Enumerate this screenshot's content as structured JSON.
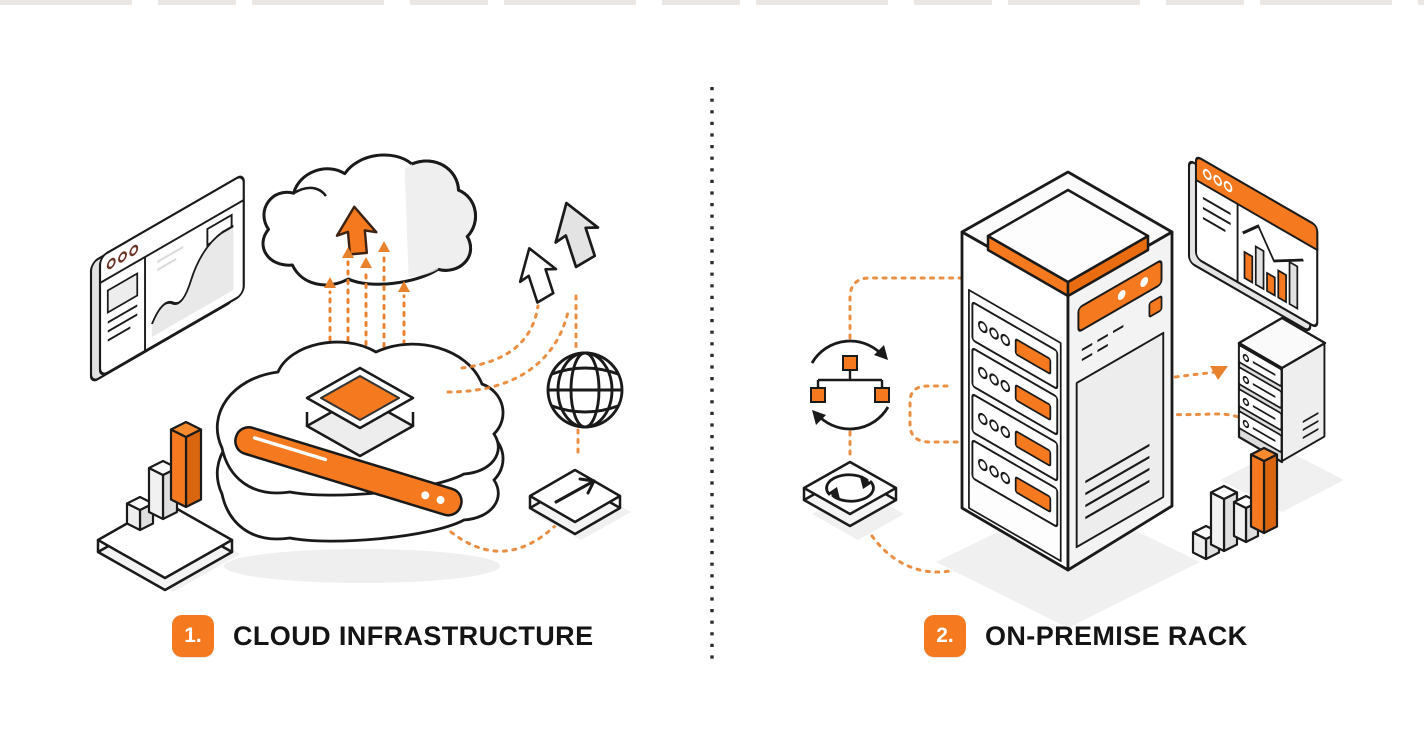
{
  "palette": {
    "accent": "#F4791F",
    "accent_dark": "#D9660F",
    "accent_light": "#F68A2E",
    "ink": "#1A1A1A",
    "dotted_connector": "#E8822F",
    "light_gray": "#EDEDED",
    "shadow": "#F0F0F0",
    "background": "#FFFFFF"
  },
  "divider": {
    "style": "vertical-dotted",
    "color": "#2B2B2B"
  },
  "sections": [
    {
      "id": "cloud-infrastructure",
      "badge": "1.",
      "label": "CLOUD INFRASTRUCTURE",
      "icons": [
        "dashboard-window-icon",
        "cloud-upload-icon",
        "upload-arrows-icon",
        "cloud-platform-icon",
        "processor-chip-icon",
        "growth-arrows-icon",
        "globe-icon",
        "export-tile-icon",
        "bar-chart-3d-icon"
      ]
    },
    {
      "id": "on-premise-rack",
      "badge": "2.",
      "label": "ON-PREMISE RACK",
      "icons": [
        "server-rack-icon",
        "topology-refresh-icon",
        "sync-tile-icon",
        "analytics-window-icon",
        "server-stack-icon",
        "bar-chart-3d-icon"
      ]
    }
  ]
}
